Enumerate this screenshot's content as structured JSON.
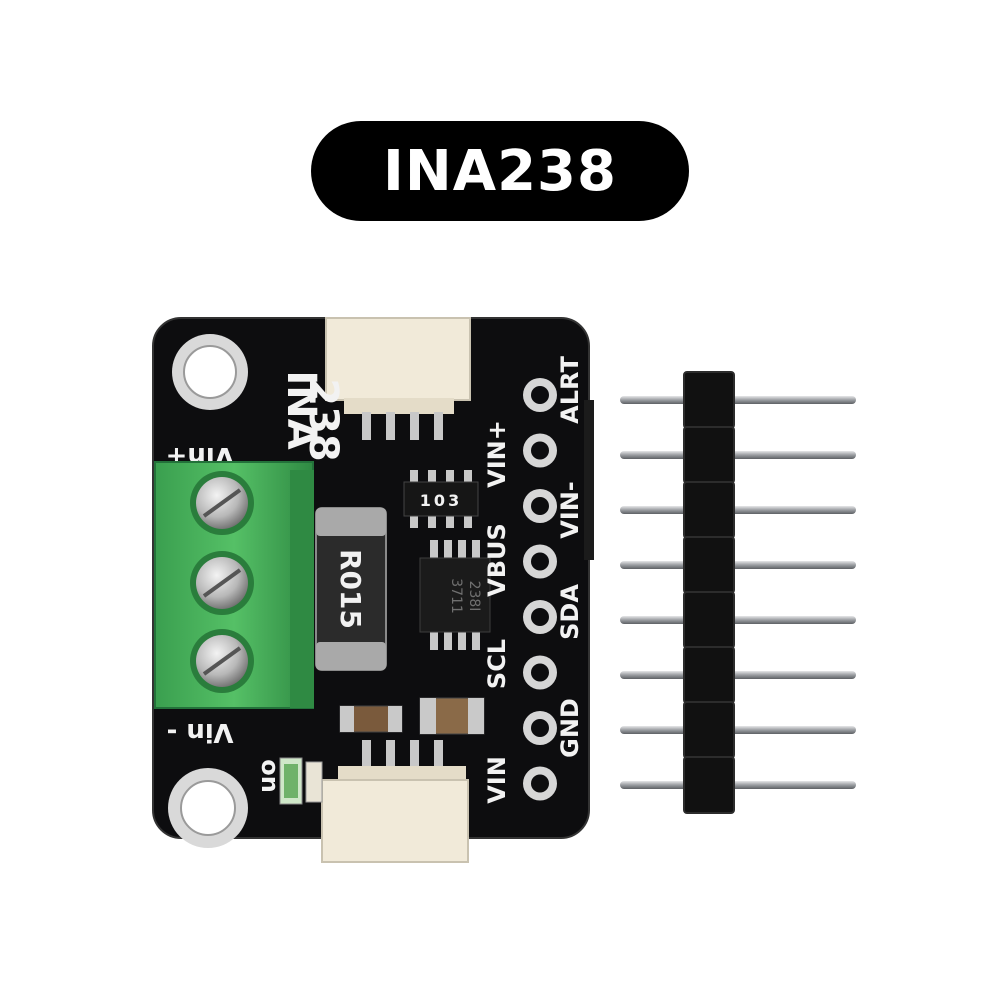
{
  "title": "INA238",
  "board": {
    "chip_label_line1": "INA",
    "chip_label_line2": "238",
    "terminal_pos_label": "Vin+",
    "terminal_neg_label": "Vin -",
    "shunt_marking": "R015",
    "resistor_marking": "103",
    "ic_marking_line1": "3711",
    "ic_marking_line2": "238I",
    "led_label": "on",
    "pins_inner": [
      "VIN+",
      "VIN-",
      "VBUS",
      "SDA",
      "SCL",
      "GND",
      "VIN"
    ],
    "pin_alrt": "ALRT",
    "pcb_color": "#0d0d0f",
    "terminal_color": "#3fae55",
    "connector_color": "#f1ead9"
  },
  "header": {
    "pin_count": 8,
    "housing_color": "#111111",
    "pin_color": "#b9bbbe"
  }
}
